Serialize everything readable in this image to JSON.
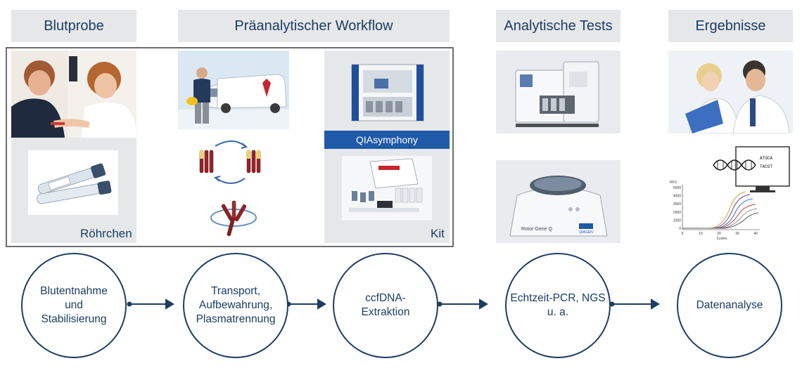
{
  "headers": {
    "blutprobe": "Blutprobe",
    "workflow": "Präanalytischer Workflow",
    "tests": "Analytische Tests",
    "ergebnisse": "Ergebnisse"
  },
  "panels": {
    "roehrchen_label": "Röhrchen",
    "kit_label": "Kit",
    "qiasymphony_label": "QIAsymphony"
  },
  "steps": [
    {
      "label": "Blutentnahme\nund\nStabilisierung"
    },
    {
      "label": "Transport,\nAufbewahrung,\nPlasmatrennung"
    },
    {
      "label": "ccfDNA-\nExtraktion"
    },
    {
      "label": "Echtzeit-PCR, NGS\nu. a."
    },
    {
      "label": "Datenanalyse"
    }
  ],
  "pcr_plot": {
    "ylabel": "RFU",
    "xlabel": "Cycles",
    "y_ticks": [
      "5000",
      "4000",
      "3000",
      "2000",
      "1000",
      "0"
    ],
    "x_ticks": [
      "0",
      "10",
      "20",
      "30",
      "40"
    ],
    "monitor_text_1": "ATGCA",
    "monitor_text_2": "TACGT"
  },
  "device_labels": {
    "rotor_gene": "Rotor-Gene Q",
    "qiagen": "QIAGEN"
  },
  "colors": {
    "header_bg": "#e6e7e9",
    "navy": "#1b3d63",
    "qia_blue": "#1f5aa8",
    "frame": "#6d6e70"
  }
}
